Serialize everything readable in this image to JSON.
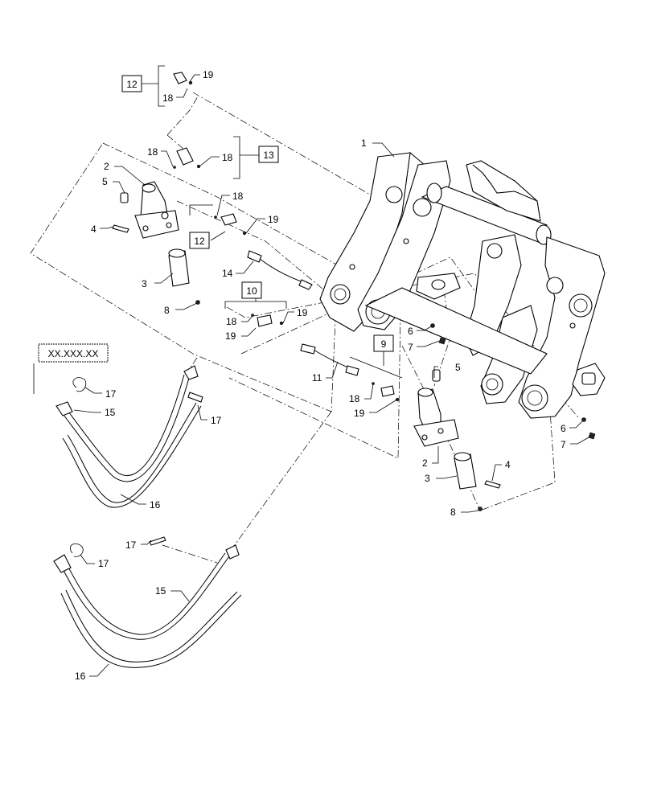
{
  "callouts": {
    "c1": "1",
    "c2a": "2",
    "c2b": "2",
    "c3a": "3",
    "c3b": "3",
    "c4a": "4",
    "c4b": "4",
    "c5a": "5",
    "c5b": "5",
    "c6a": "6",
    "c6b": "6",
    "c7a": "7",
    "c7b": "7",
    "c8a": "8",
    "c8b": "8",
    "c11": "11",
    "c14": "14",
    "c15a": "15",
    "c15b": "15",
    "c16a": "16",
    "c16b": "16",
    "c17a": "17",
    "c17b": "17",
    "c17c": "17",
    "c17d": "17",
    "c18a": "18",
    "c18b": "18",
    "c18c": "18",
    "c18d": "18",
    "c18e": "18",
    "c18f": "18",
    "c19a": "19",
    "c19b": "19",
    "c19c": "19",
    "c19d": "19",
    "c19e": "19"
  },
  "kits": {
    "kit12_top": "12",
    "kit13": "13",
    "kit12_mid": "12",
    "kit10": "10",
    "kit9": "9",
    "kit_ref": "XX.XXX.XX"
  }
}
